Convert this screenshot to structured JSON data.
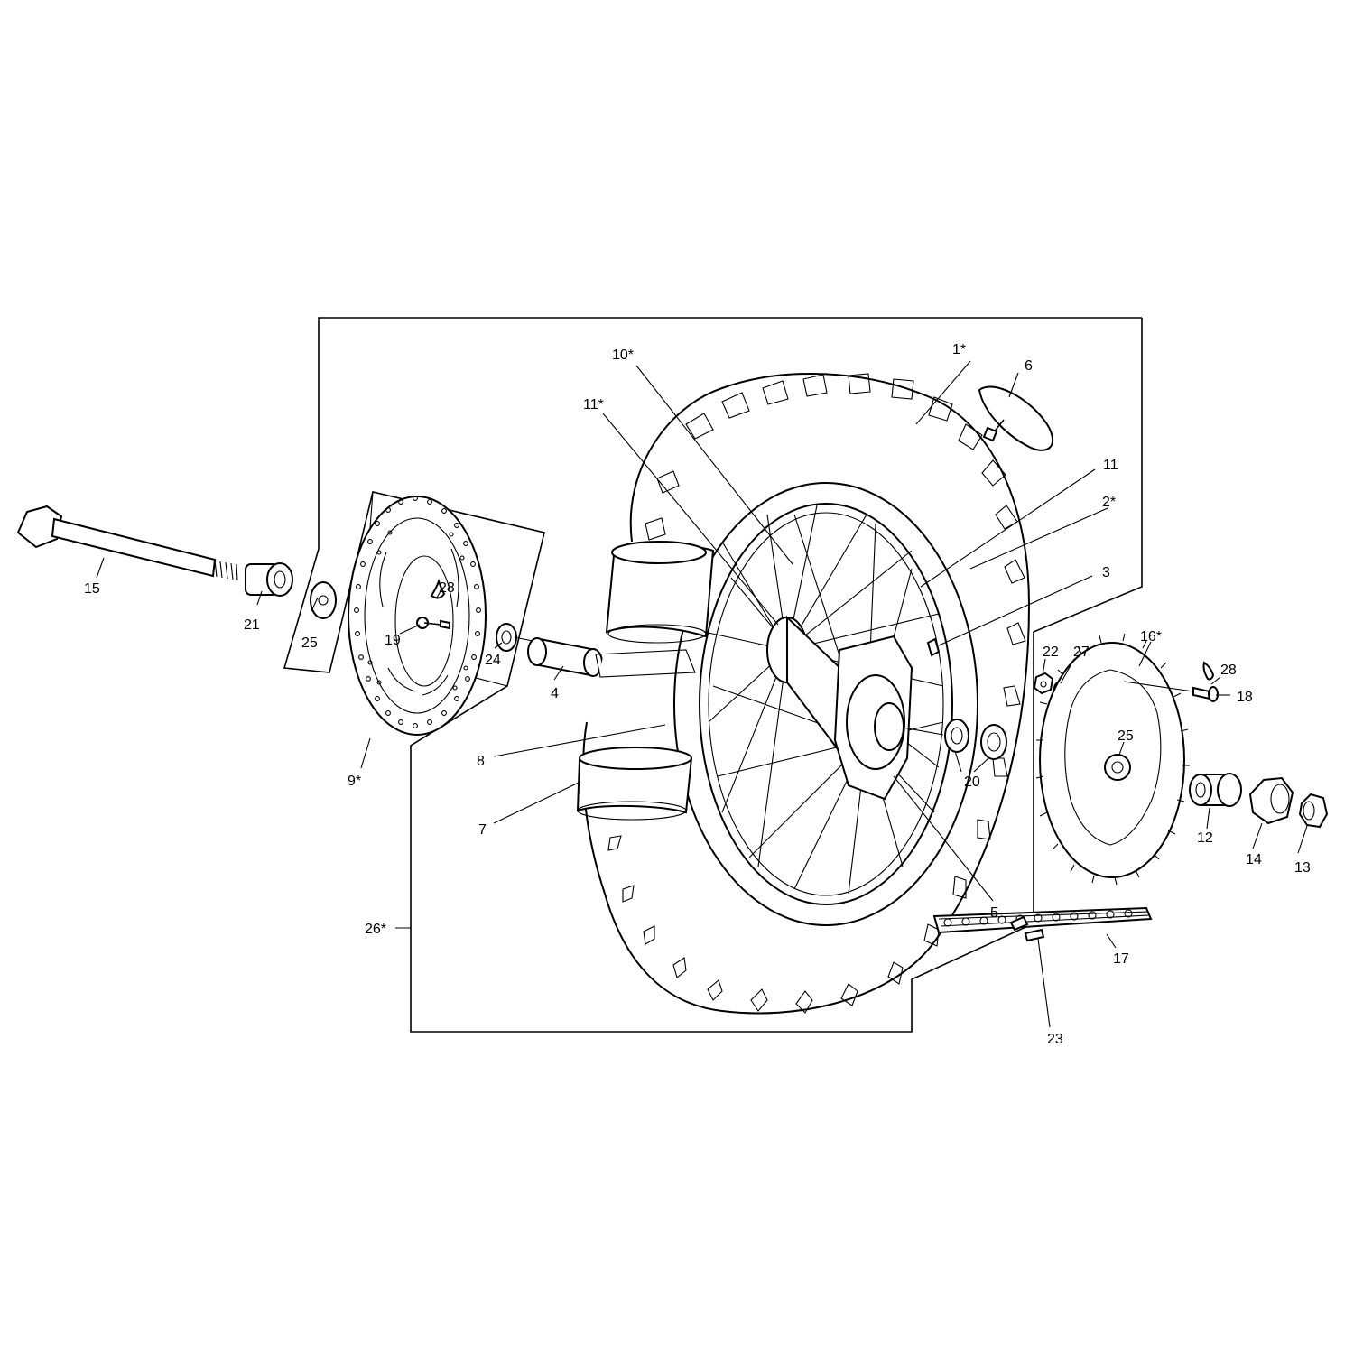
{
  "callouts": [
    {
      "id": "c1",
      "text": "1*"
    },
    {
      "id": "c2",
      "text": "2*"
    },
    {
      "id": "c3",
      "text": "3"
    },
    {
      "id": "c4",
      "text": "4"
    },
    {
      "id": "c5",
      "text": "5"
    },
    {
      "id": "c6",
      "text": "6"
    },
    {
      "id": "c7",
      "text": "7"
    },
    {
      "id": "c8",
      "text": "8"
    },
    {
      "id": "c9",
      "text": "9*"
    },
    {
      "id": "c10",
      "text": "10*"
    },
    {
      "id": "c11a",
      "text": "11*"
    },
    {
      "id": "c11b",
      "text": "11"
    },
    {
      "id": "c12",
      "text": "12"
    },
    {
      "id": "c13",
      "text": "13"
    },
    {
      "id": "c14",
      "text": "14"
    },
    {
      "id": "c15",
      "text": "15"
    },
    {
      "id": "c16",
      "text": "16*"
    },
    {
      "id": "c17",
      "text": "17"
    },
    {
      "id": "c18",
      "text": "18"
    },
    {
      "id": "c19",
      "text": "19"
    },
    {
      "id": "c20",
      "text": "20"
    },
    {
      "id": "c21",
      "text": "21"
    },
    {
      "id": "c22",
      "text": "22"
    },
    {
      "id": "c23",
      "text": "23"
    },
    {
      "id": "c24",
      "text": "24"
    },
    {
      "id": "c25a",
      "text": "25"
    },
    {
      "id": "c25b",
      "text": "25"
    },
    {
      "id": "c26",
      "text": "26*"
    },
    {
      "id": "c27",
      "text": "27"
    },
    {
      "id": "c28a",
      "text": "28"
    },
    {
      "id": "c28b",
      "text": "28"
    }
  ]
}
